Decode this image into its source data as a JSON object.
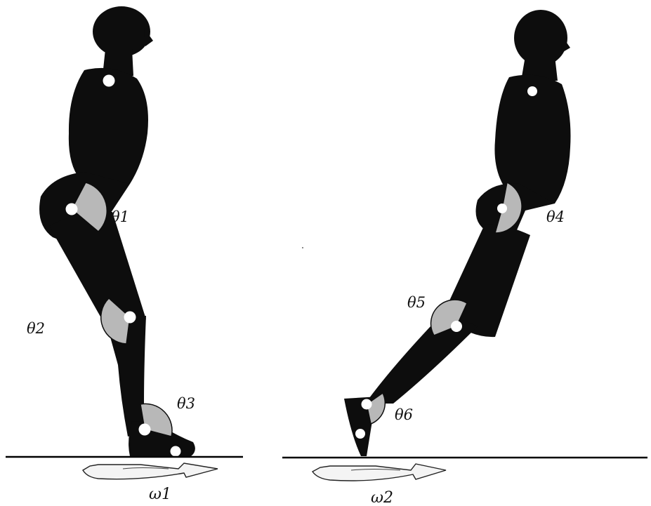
{
  "colors": {
    "background": "#ffffff",
    "body": "#0d0d0d",
    "joint_sector": "#b8b8b8",
    "joint_dot": "#ffffff",
    "ground": "#000000",
    "arrow_fill": "#f4f4f4"
  },
  "figure_left": {
    "angle_labels": [
      "θ1",
      "θ2",
      "θ3"
    ],
    "rotation_label": "ω1"
  },
  "figure_right": {
    "angle_labels": [
      "θ4",
      "θ5",
      "θ6"
    ],
    "rotation_label": "ω2"
  },
  "icons": [
    "left-figure-silhouette",
    "right-figure-silhouette",
    "rotation-arrow-icon"
  ]
}
